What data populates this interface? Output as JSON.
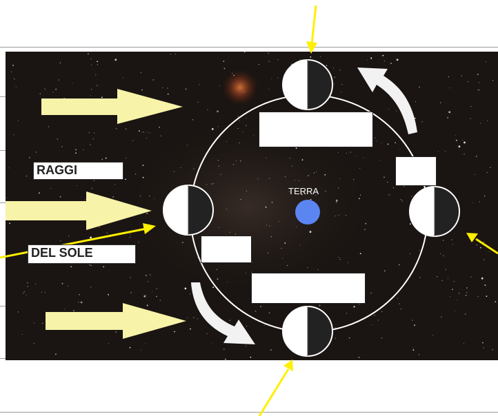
{
  "labels": {
    "rays_line1": "RAGGI",
    "rays_line2": "DEL  SOLE",
    "earth": "TERRA"
  },
  "colors": {
    "space": "#1a1512",
    "sun_arrow": "#f7f3a8",
    "pointer_arrow": "#ffef00",
    "earth": "#5b86f2",
    "orbit": "#ffffff",
    "moon_dark": "#222222",
    "moon_light": "#ffffff"
  },
  "answer_boxes": [
    "",
    "",
    "",
    ""
  ]
}
